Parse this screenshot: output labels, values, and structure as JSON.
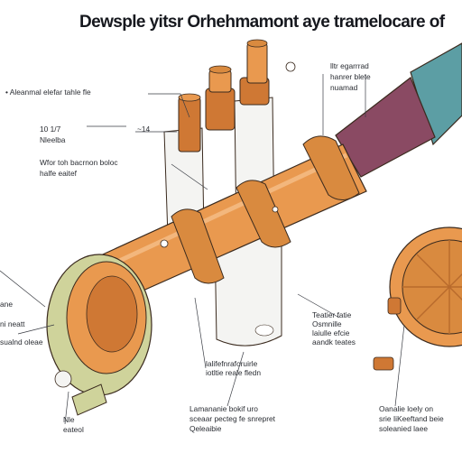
{
  "title": "Dewsple yitsr Orhehmamont aye tramelocare of",
  "colors": {
    "pipe_orange": "#e9994f",
    "flange_orange": "#d98a3f",
    "fitting_orange": "#cf7834",
    "maroon_pipe": "#8a4a63",
    "teal_housing": "#5c9ea4",
    "cream_flange": "#cfd39b",
    "outline": "#3a2a1e"
  },
  "labels": {
    "top_left_1": "• Aleanmal elefar tahle fle",
    "mid_left_1": "10  1/7",
    "mid_left_2": "Nleelba",
    "mid_left_3": "Wfor toh bacrnon boloc",
    "mid_left_4": "halfe eaitef",
    "small_left_a": "~14",
    "bottom_left_1": "ane",
    "bottom_left_2": "ni neatt",
    "bottom_left_3": "sualnd oleae",
    "left_foot_1": "Nle",
    "left_foot_2": "eateol",
    "top_right_1": "lltr egarrrad",
    "top_right_2": "hanrer blete",
    "top_right_3": "nuamad",
    "right_mid_1": "Teatier fatie",
    "right_mid_2": "Osmnille",
    "right_mid_3": "laiulle efcie",
    "right_mid_4": "aandk teates",
    "center_bottom_1": "lalifefnraforuirle",
    "center_bottom_2": "iotltie reale fledn",
    "bottom_mid_1": "Lamananie bokif uro",
    "bottom_mid_2": "sceaar pecteg fe snrepret",
    "bottom_mid_3": "Qeleaibie",
    "bottom_right_1": "Oanalie loely on",
    "bottom_right_2": "srie IiKeeftand beie",
    "bottom_right_3": "soleanied laee"
  }
}
